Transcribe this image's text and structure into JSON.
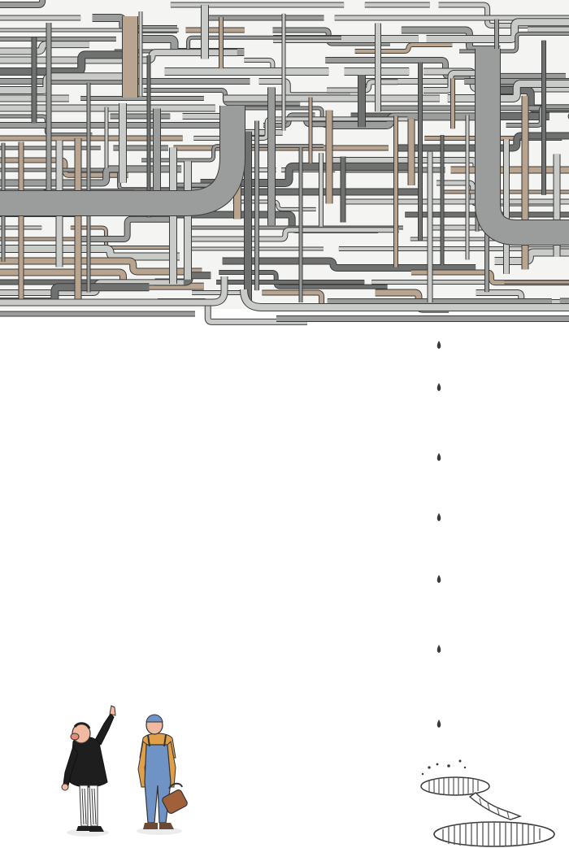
{
  "scene": {
    "description_visible_text": "",
    "palette": {
      "paper": "#ffffff",
      "pipe_gray": "#9a9d9b",
      "pipe_light": "#c9cbc8",
      "pipe_dark": "#6e716f",
      "pipe_rust": "#b9a48f",
      "outline": "#3a3a3a",
      "suit_black": "#1e1e1e",
      "overalls_blue": "#6f93c4",
      "shirt_orange": "#e0a04a",
      "skin": "#f0b9a0",
      "toolbox_brown": "#a0603a",
      "water": "#8e9aa8"
    },
    "icons": [
      "pipe-maze",
      "water-drop",
      "puddle",
      "businessman-figure",
      "plumber-figure",
      "toolbox"
    ]
  }
}
